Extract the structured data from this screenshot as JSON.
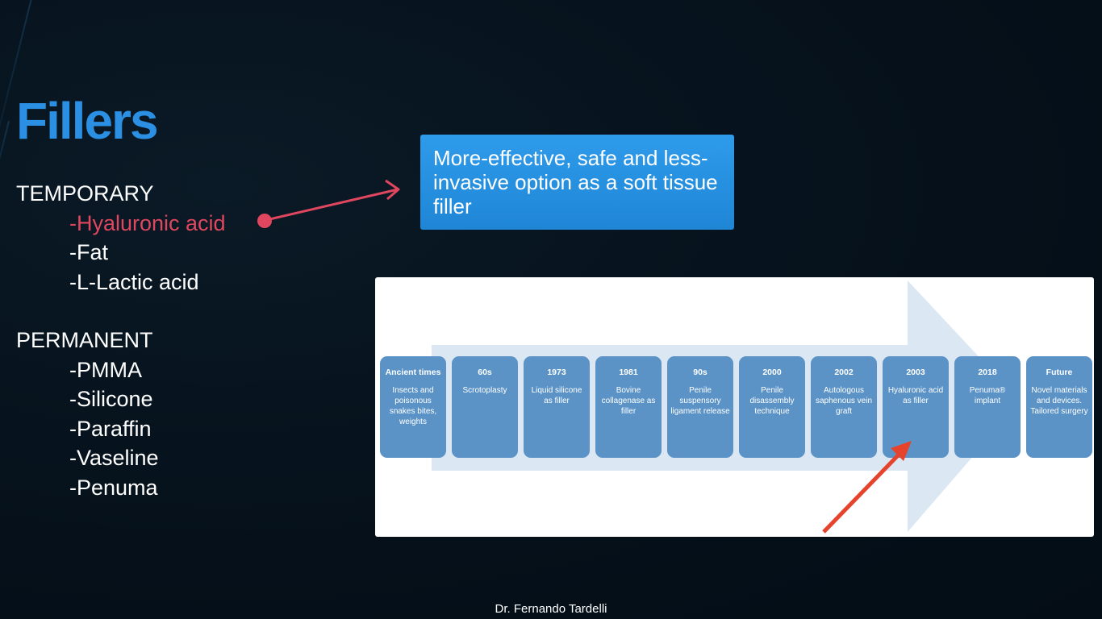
{
  "slide": {
    "title": "Fillers",
    "temporary": {
      "heading": "TEMPORARY",
      "items": [
        "-Hyaluronic acid",
        "-Fat",
        "-L-Lactic acid"
      ]
    },
    "permanent": {
      "heading": "PERMANENT",
      "items": [
        "-PMMA",
        "-Silicone",
        "-Paraffin",
        "-Vaseline",
        "-Penuma"
      ]
    },
    "callout": "More-effective, safe and less-invasive option as a soft tissue filler",
    "footer": "Dr. Fernando Tardelli",
    "colors": {
      "title": "#2b8fe3",
      "highlight": "#e0475f",
      "callout": "#2592e2",
      "timeline_box": "#5b93c7",
      "red_arrow": "#e5432c"
    }
  },
  "timeline": [
    {
      "period": "Ancient times",
      "desc": "Insects and poisonous snakes bites, weights"
    },
    {
      "period": "60s",
      "desc": "Scrotoplasty"
    },
    {
      "period": "1973",
      "desc": "Liquid silicone as filler"
    },
    {
      "period": "1981",
      "desc": "Bovine collagenase as filler"
    },
    {
      "period": "90s",
      "desc": "Penile suspensory ligament release"
    },
    {
      "period": "2000",
      "desc": "Penile disassembly technique"
    },
    {
      "period": "2002",
      "desc": "Autologous saphenous vein graft"
    },
    {
      "period": "2003",
      "desc": "Hyaluronic acid as filler"
    },
    {
      "period": "2018",
      "desc": "Penuma® implant"
    },
    {
      "period": "Future",
      "desc": "Novel materials and devices. Tailored surgery"
    }
  ]
}
